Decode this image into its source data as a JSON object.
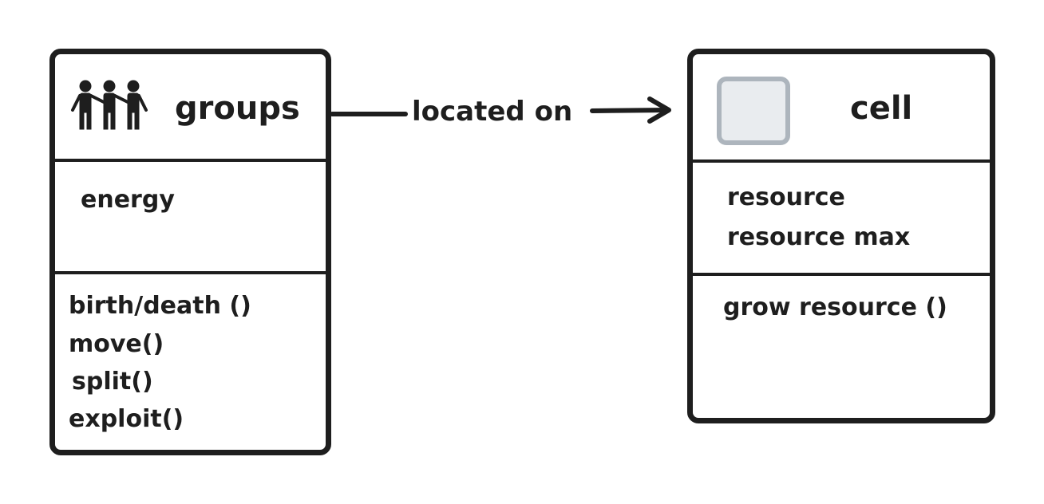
{
  "groups_class": {
    "title": "groups",
    "icon": "three-people-icon",
    "attributes": [
      "energy"
    ],
    "methods": [
      "birth/death ()",
      "move()",
      "split()",
      "exploit()"
    ]
  },
  "cell_class": {
    "title": "cell",
    "icon": "grey-square-icon",
    "attributes": [
      "resource",
      "resource max"
    ],
    "methods": [
      "grow resource ()"
    ]
  },
  "relation": {
    "label": "located on"
  },
  "colors": {
    "stroke": "#1e1e1e",
    "cell_icon_fill": "#e9ecef",
    "cell_icon_border": "#adb5bd"
  }
}
